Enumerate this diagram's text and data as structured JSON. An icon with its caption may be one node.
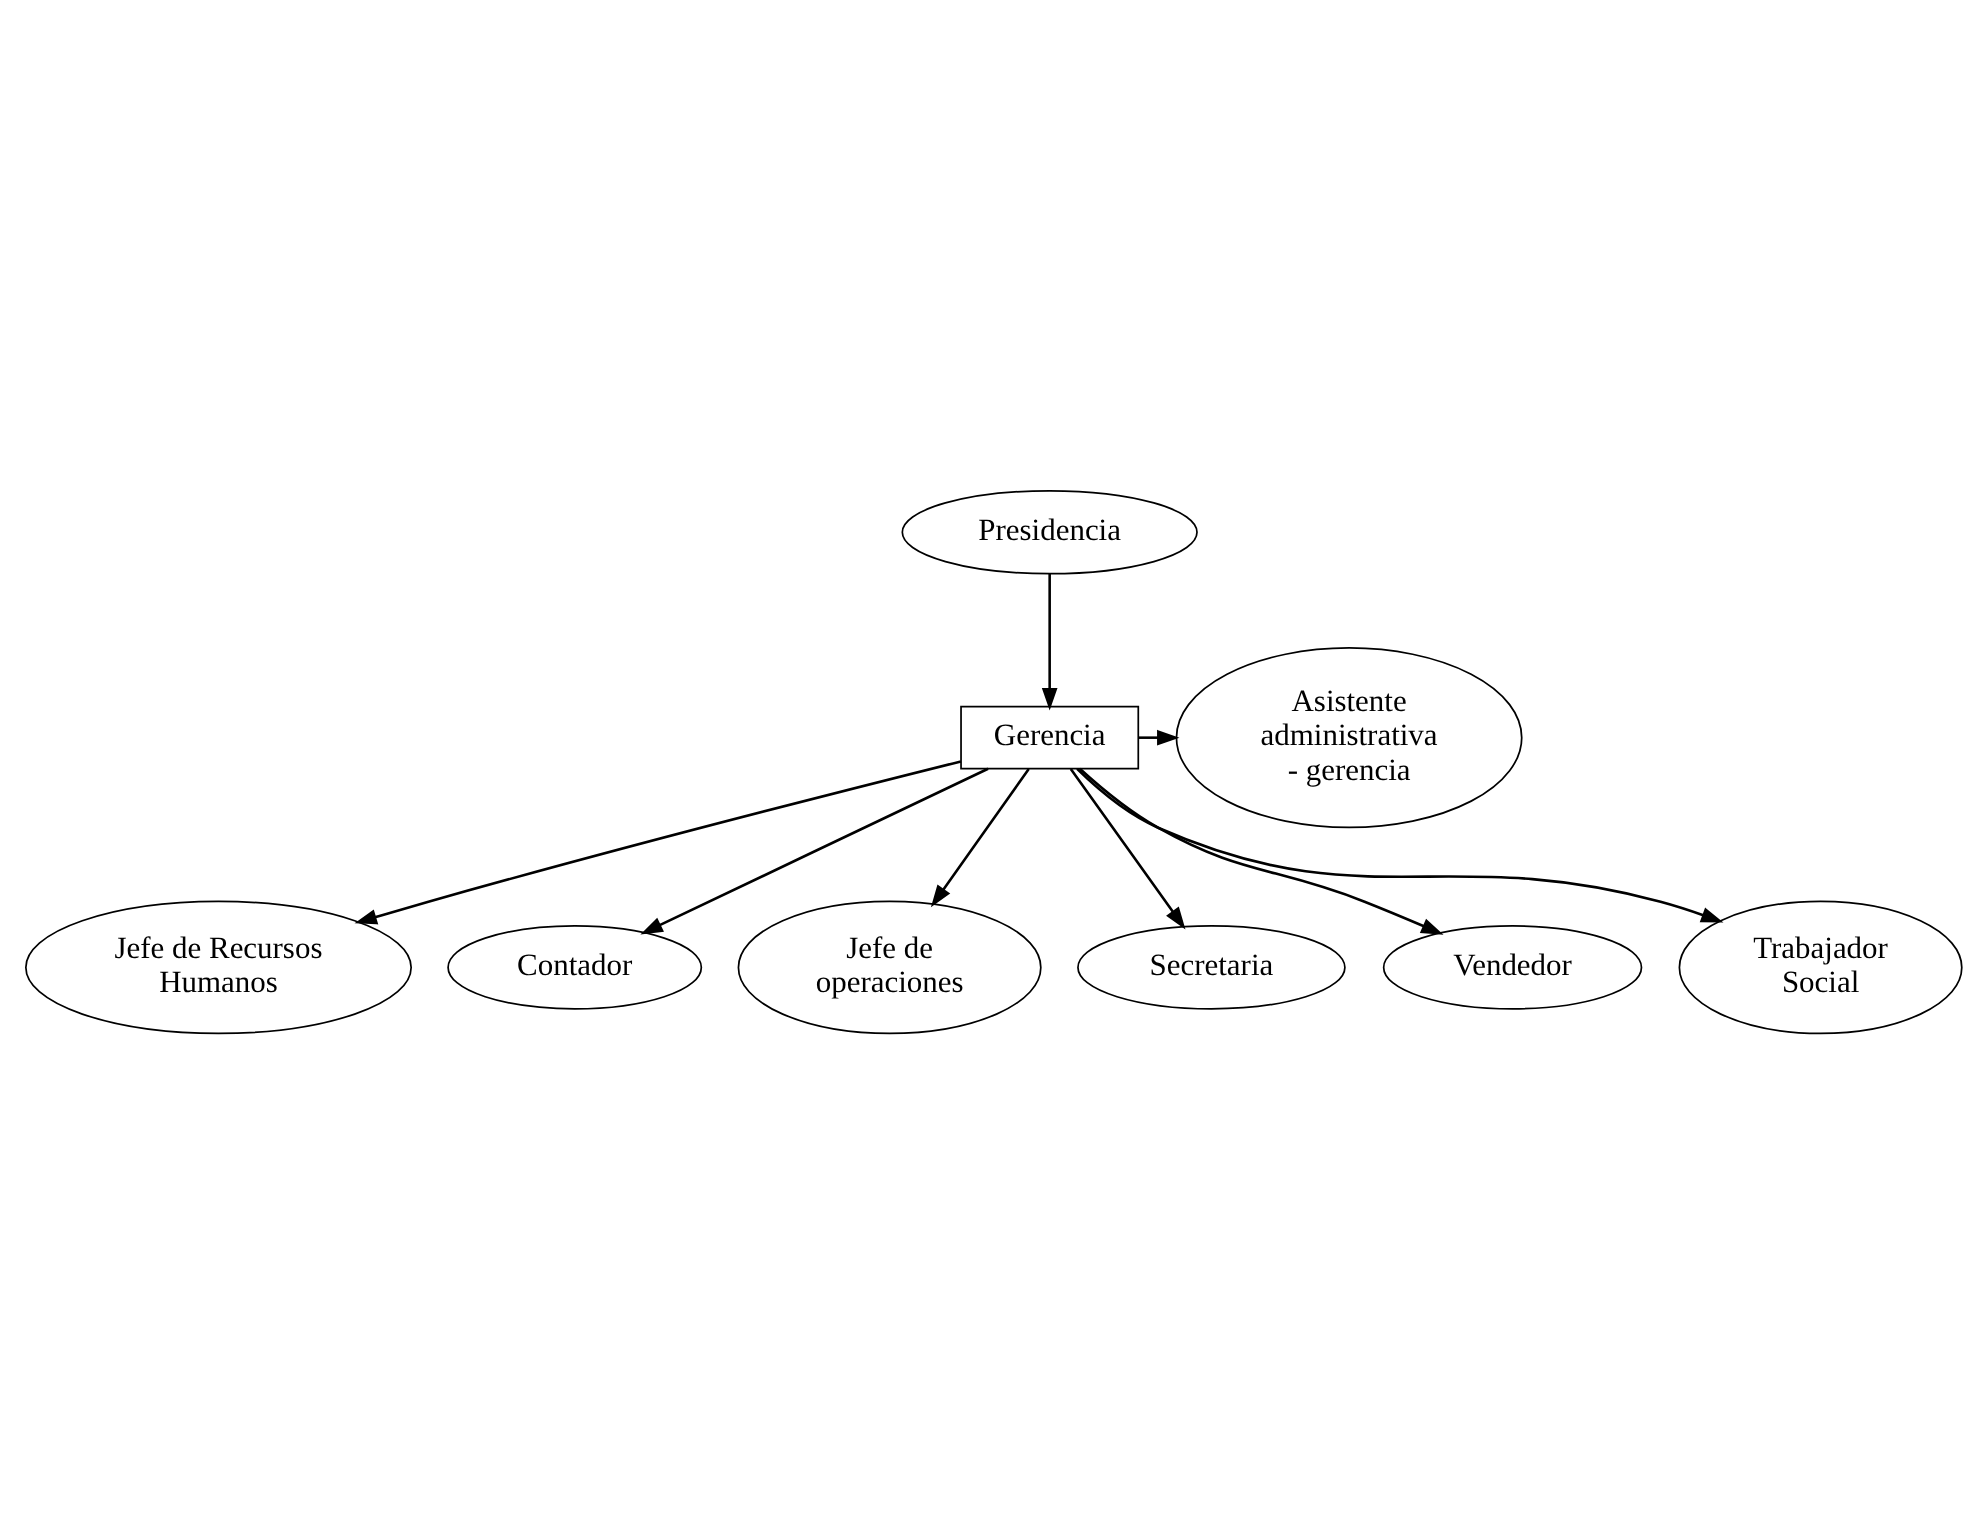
{
  "diagram": {
    "nodes": [
      {
        "text": [
          "Presidencia"
        ]
      },
      {
        "text": [
          "Gerencia"
        ]
      },
      {
        "text": [
          "Asistente administrativa - gerencia"
        ]
      },
      {
        "text": [
          "Jefe de Recursos Humanos"
        ]
      },
      {
        "text": [
          "Contador"
        ]
      },
      {
        "text": [
          "Jefe de operaciones"
        ]
      },
      {
        "text": [
          "Secretaria"
        ]
      },
      {
        "text": [
          "Vendedor"
        ]
      },
      {
        "text": [
          "Trabajador Social"
        ]
      }
    ],
    "edges": [
      {
        "from": 0,
        "to": 1,
        "arrow": "to"
      },
      {
        "from": 1,
        "to": 2,
        "arrow": "to"
      },
      {
        "from": 1,
        "to": 3,
        "arrow": "to"
      },
      {
        "from": 1,
        "to": 6,
        "arrow": "to"
      },
      {
        "from": 1,
        "to": 7,
        "arrow": "to"
      },
      {
        "from": 1,
        "to": 4,
        "arrow": "to"
      },
      {
        "from": 1,
        "to": 8,
        "arrow": "to"
      },
      {
        "from": 1,
        "to": 5,
        "arrow": "to"
      }
    ]
  }
}
